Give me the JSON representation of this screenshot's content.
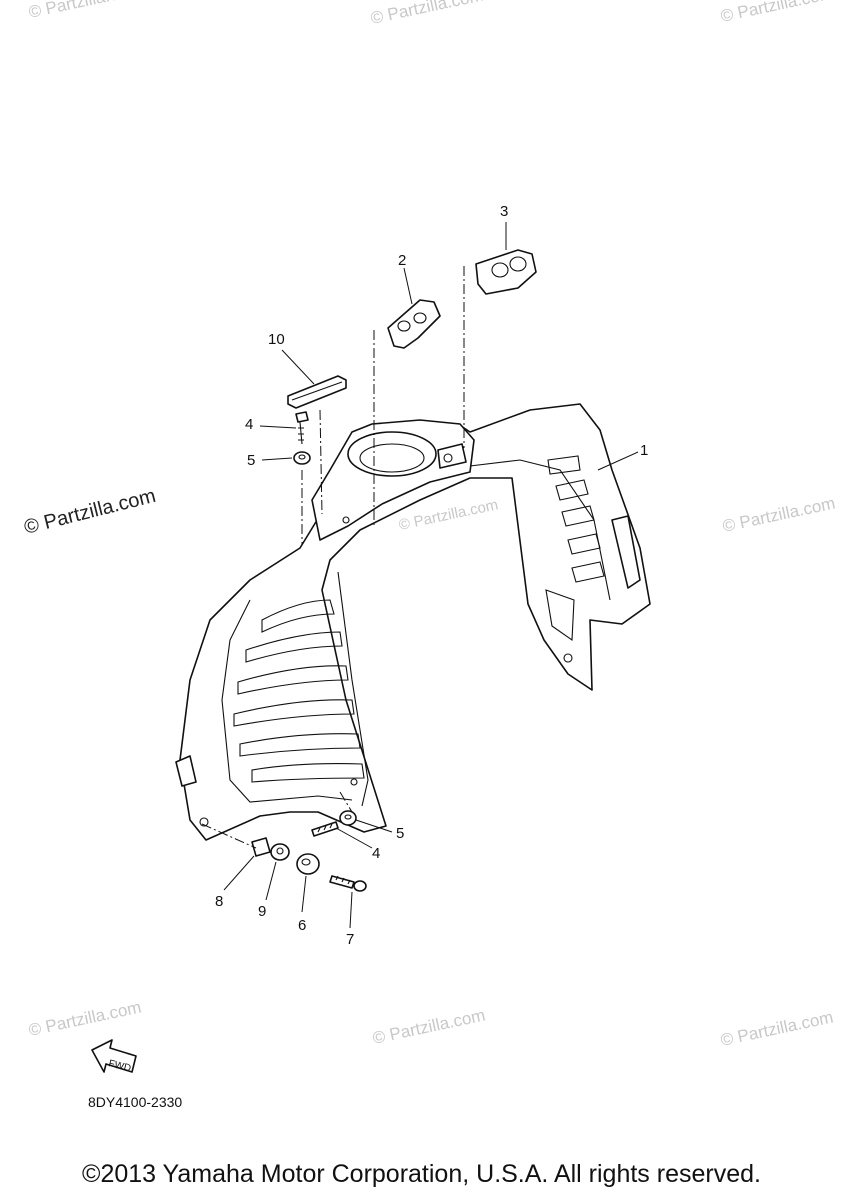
{
  "diagram": {
    "callouts": [
      "1",
      "2",
      "3",
      "10",
      "4",
      "5",
      "5",
      "4",
      "8",
      "9",
      "6",
      "7"
    ],
    "direction_label": "FWD",
    "code": "8DY4100-2330",
    "copyright": "©2013 Yamaha Motor Corporation, U.S.A. All rights reserved."
  },
  "watermarks": {
    "primary": "© Partzilla.com",
    "repeated": "© Partzilla.com"
  }
}
